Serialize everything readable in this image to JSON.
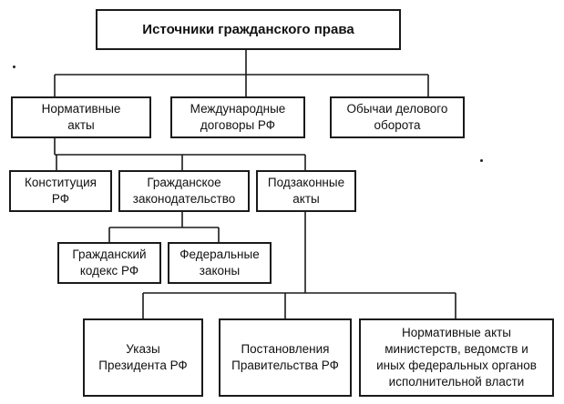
{
  "diagram": {
    "root": "Источники гражданского права",
    "level1": {
      "normative_acts": "Нормативные\nакты",
      "international_treaties": "Международные\nдоговоры РФ",
      "business_customs": "Обычаи делового\nоборота"
    },
    "level2": {
      "constitution": "Конституция\nРФ",
      "civil_legislation": "Гражданское\nзаконодательство",
      "bylaws": "Подзаконные\nакты"
    },
    "level3": {
      "civil_code": "Гражданский\nкодекс РФ",
      "federal_laws": "Федеральные\nзаконы"
    },
    "level4": {
      "president_decrees": "Указы\nПрезидента РФ",
      "government_resolutions": "Постановления\nПравительства РФ",
      "ministry_acts": "Нормативные акты\nминистерств, ведомств и\nиных федеральных органов\nисполнительной власти"
    }
  }
}
